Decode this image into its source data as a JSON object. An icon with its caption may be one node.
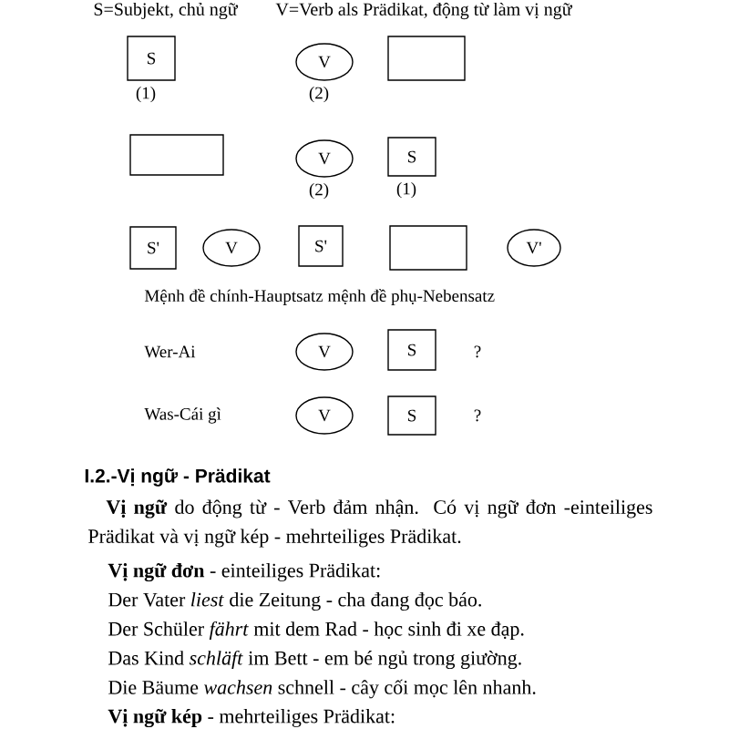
{
  "diagram": {
    "nodes": [
      {
        "text": [
          "S"
        ],
        "beside": [
          "(1)"
        ]
      },
      {
        "text": [
          "V"
        ],
        "beside": [
          "(2)"
        ]
      },
      {
        "text": [],
        "shape": "box"
      },
      {
        "text": [],
        "shape": "box"
      },
      {
        "text": [
          "V"
        ],
        "beside": [
          "(2)"
        ]
      },
      {
        "text": [
          "S"
        ],
        "beside": [
          "(1)"
        ]
      },
      {
        "text": [
          "S'"
        ]
      },
      {
        "text": [
          "V"
        ]
      },
      {
        "text": [
          "S'"
        ]
      },
      {
        "text": [],
        "shape": "box"
      },
      {
        "text": [
          "V'"
        ]
      },
      {
        "text": [
          "V"
        ]
      },
      {
        "text": [
          "S"
        ]
      },
      {
        "text": [
          "V"
        ]
      },
      {
        "text": [
          "S"
        ]
      }
    ],
    "edges": [],
    "labels": [
      "S=Subjekt, chủ ngữ",
      "V=Verb als Prädikat, động từ làm vị ngữ",
      "Mệnh đề chính-Hauptsatz mệnh đề phụ-Nebensatz",
      "Wer-Ai",
      "?",
      "Was-Cái gì",
      "?",
      "I.2.-Vị ngữ - Prädikat",
      "**Vị ngữ** do động từ - Verb đảm nhận. Có vị ngữ đơn -einteiliges Prädikat và vị ngữ kép - mehrteiliges Prädikat.",
      "**Vị ngữ đơn** - einteiliges Prädikat:",
      "Der Vater *liest* die Zeitung - cha đang đọc báo.",
      "Der Schüler *fährt* mit dem Rad - học sinh đi xe đạp.",
      "Das Kind *schläft* im Bett - em bé ngủ trong giường.",
      "Die Bäume *wachsen* schnell - cây cối mọc lên nhanh.",
      "**Vị ngữ kép** - mehrteiliges Prädikat:"
    ]
  }
}
